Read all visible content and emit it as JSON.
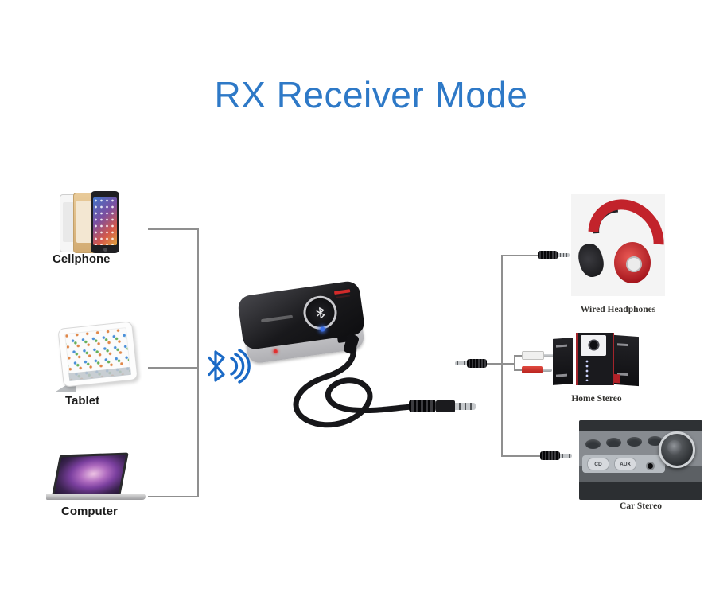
{
  "title": {
    "text": "RX Receiver Mode",
    "color": "#2e79c7"
  },
  "colors": {
    "title_blue": "#2e79c7",
    "bluetooth_blue": "#1b6ac6",
    "accent_red": "#c2232b",
    "connector_line_gray": "#8f8f8f",
    "device_black": "#19191c"
  },
  "sources": {
    "items": [
      {
        "id": "cellphone",
        "label": "Cellphone"
      },
      {
        "id": "tablet",
        "label": "Tablet"
      },
      {
        "id": "computer",
        "label": "Computer"
      }
    ]
  },
  "receiver": {
    "icons": [
      "bluetooth-icon",
      "signal-waves-icon",
      "bluetooth-button-icon"
    ],
    "leds": [
      "blue-status-led",
      "red-status-led"
    ]
  },
  "outputs": {
    "items": [
      {
        "id": "wired-headphones",
        "label": "Wired Headphones"
      },
      {
        "id": "home-stereo",
        "label": "Home Stereo"
      },
      {
        "id": "car-stereo",
        "label": "Car Stereo",
        "buttons": [
          "CD",
          "AUX"
        ]
      }
    ]
  }
}
